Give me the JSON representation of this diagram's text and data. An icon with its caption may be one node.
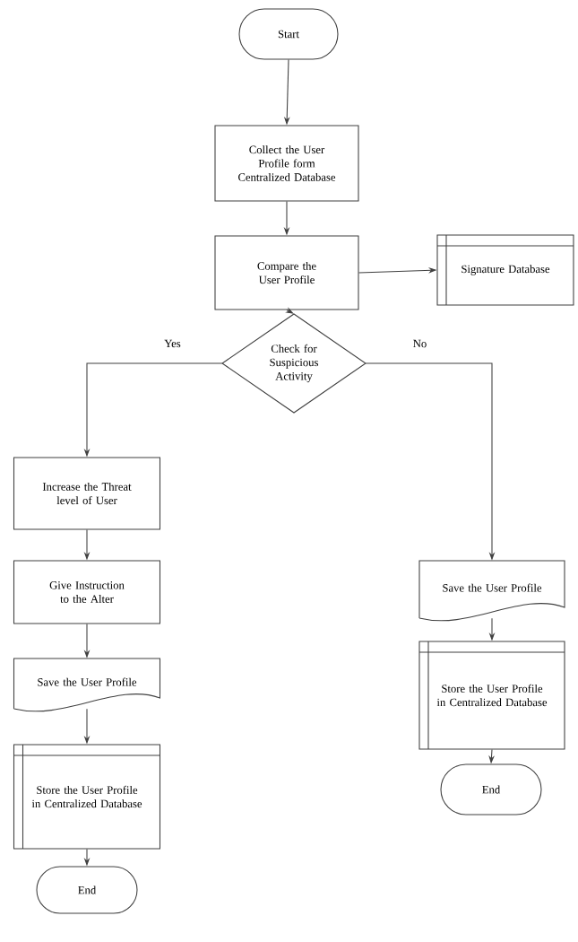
{
  "diagram": {
    "nodes": [
      {
        "text": [
          "Start"
        ]
      },
      {
        "text": [
          "Collect the User Profile form Centralized Database"
        ]
      },
      {
        "text": [
          "Compare the User Profile"
        ]
      },
      {
        "text": [
          "Signature Database"
        ]
      },
      {
        "text": [
          "Check for Suspicious Activity"
        ]
      },
      {
        "text": [
          "Increase the Threat level of User"
        ]
      },
      {
        "text": [
          "Give Instruction to the Alter"
        ]
      },
      {
        "text": [
          "Save the User Profile"
        ]
      },
      {
        "text": [
          "Store the User Profile in Centralized Database"
        ]
      },
      {
        "text": [
          "End"
        ]
      },
      {
        "text": [
          "Save the User Profile"
        ]
      },
      {
        "text": [
          "Store the User Profile in Centralized Database"
        ]
      },
      {
        "text": [
          "End"
        ]
      }
    ],
    "edges": [
      {
        "from": 0,
        "to": 1,
        "arrow": "to"
      },
      {
        "from": 1,
        "to": 2,
        "arrow": "to"
      },
      {
        "from": 2,
        "to": 3,
        "arrow": "to"
      },
      {
        "from": 2,
        "to": 4,
        "arrow": "to"
      },
      {
        "from": 4,
        "to": 5,
        "arrow": "to",
        "label": "Yes"
      },
      {
        "from": 5,
        "to": 6,
        "arrow": "to"
      },
      {
        "from": 6,
        "to": 7,
        "arrow": "to"
      },
      {
        "from": 7,
        "to": 8,
        "arrow": "to"
      },
      {
        "from": 8,
        "to": 9,
        "arrow": "to"
      },
      {
        "from": 4,
        "to": 10,
        "arrow": "to",
        "label": "No"
      },
      {
        "from": 10,
        "to": 11,
        "arrow": "to"
      },
      {
        "from": 11,
        "to": 12,
        "arrow": "to"
      }
    ]
  }
}
